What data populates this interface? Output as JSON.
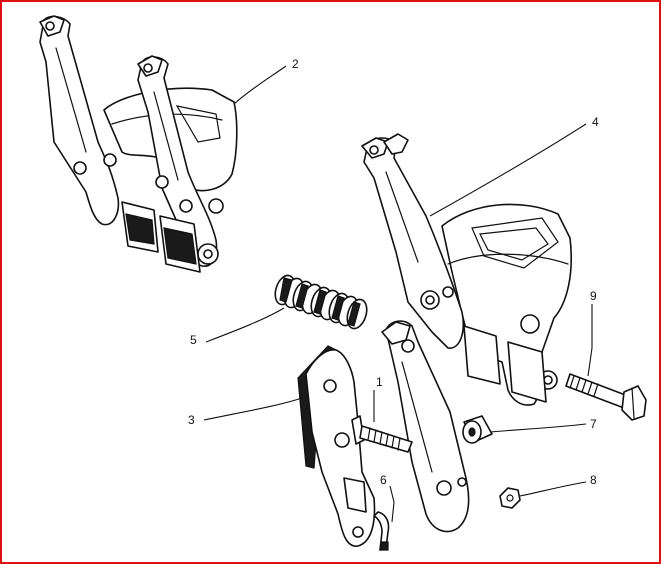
{
  "diagram": {
    "callouts": [
      {
        "id": "c1",
        "text": "1"
      },
      {
        "id": "c2",
        "text": "2"
      },
      {
        "id": "c3",
        "text": "3"
      },
      {
        "id": "c4",
        "text": "4"
      },
      {
        "id": "c5",
        "text": "5"
      },
      {
        "id": "c6",
        "text": "6"
      },
      {
        "id": "c7",
        "text": "7"
      },
      {
        "id": "c8",
        "text": "8"
      },
      {
        "id": "c9",
        "text": "9"
      }
    ],
    "border_color": "#e01010"
  }
}
